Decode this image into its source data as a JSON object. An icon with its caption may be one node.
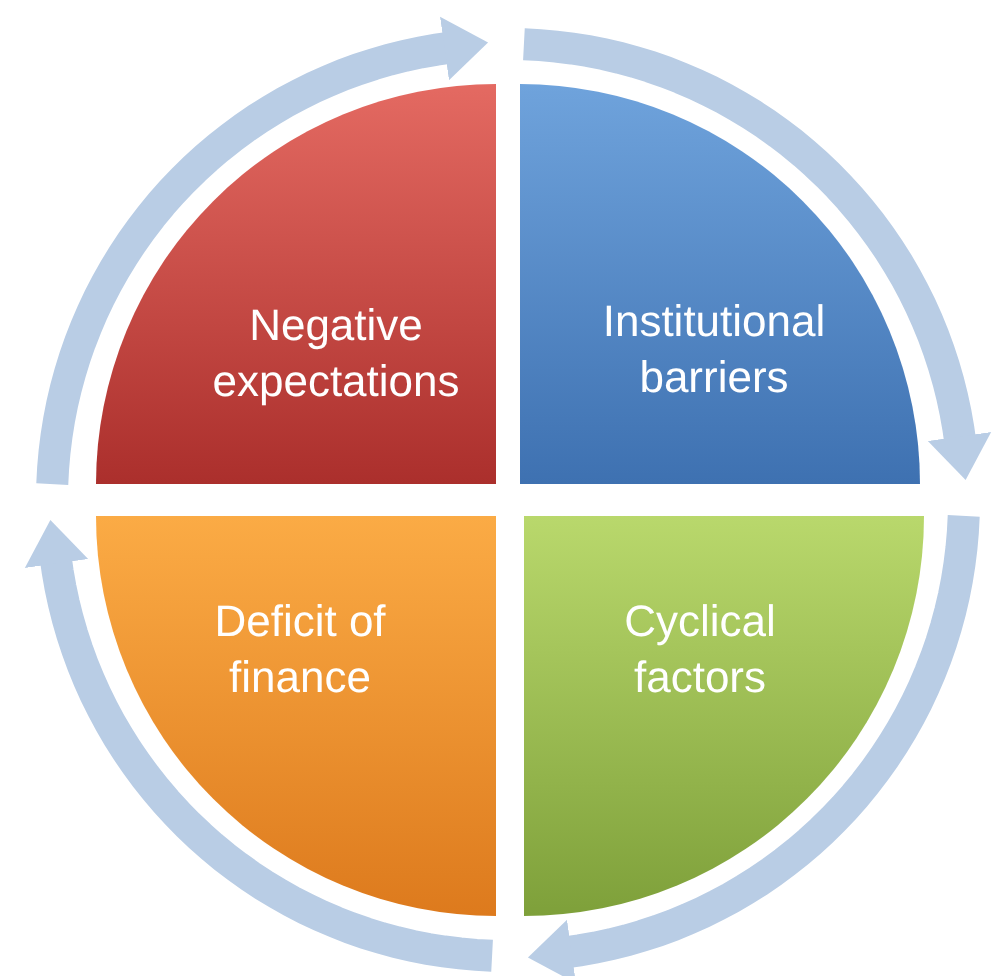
{
  "diagram": {
    "nodes": [
      {
        "text": [
          "Negative expectations"
        ]
      },
      {
        "text": [
          "Institutional barriers"
        ]
      },
      {
        "text": [
          "Cyclical factors"
        ]
      },
      {
        "text": [
          "Deficit of finance"
        ]
      }
    ]
  }
}
